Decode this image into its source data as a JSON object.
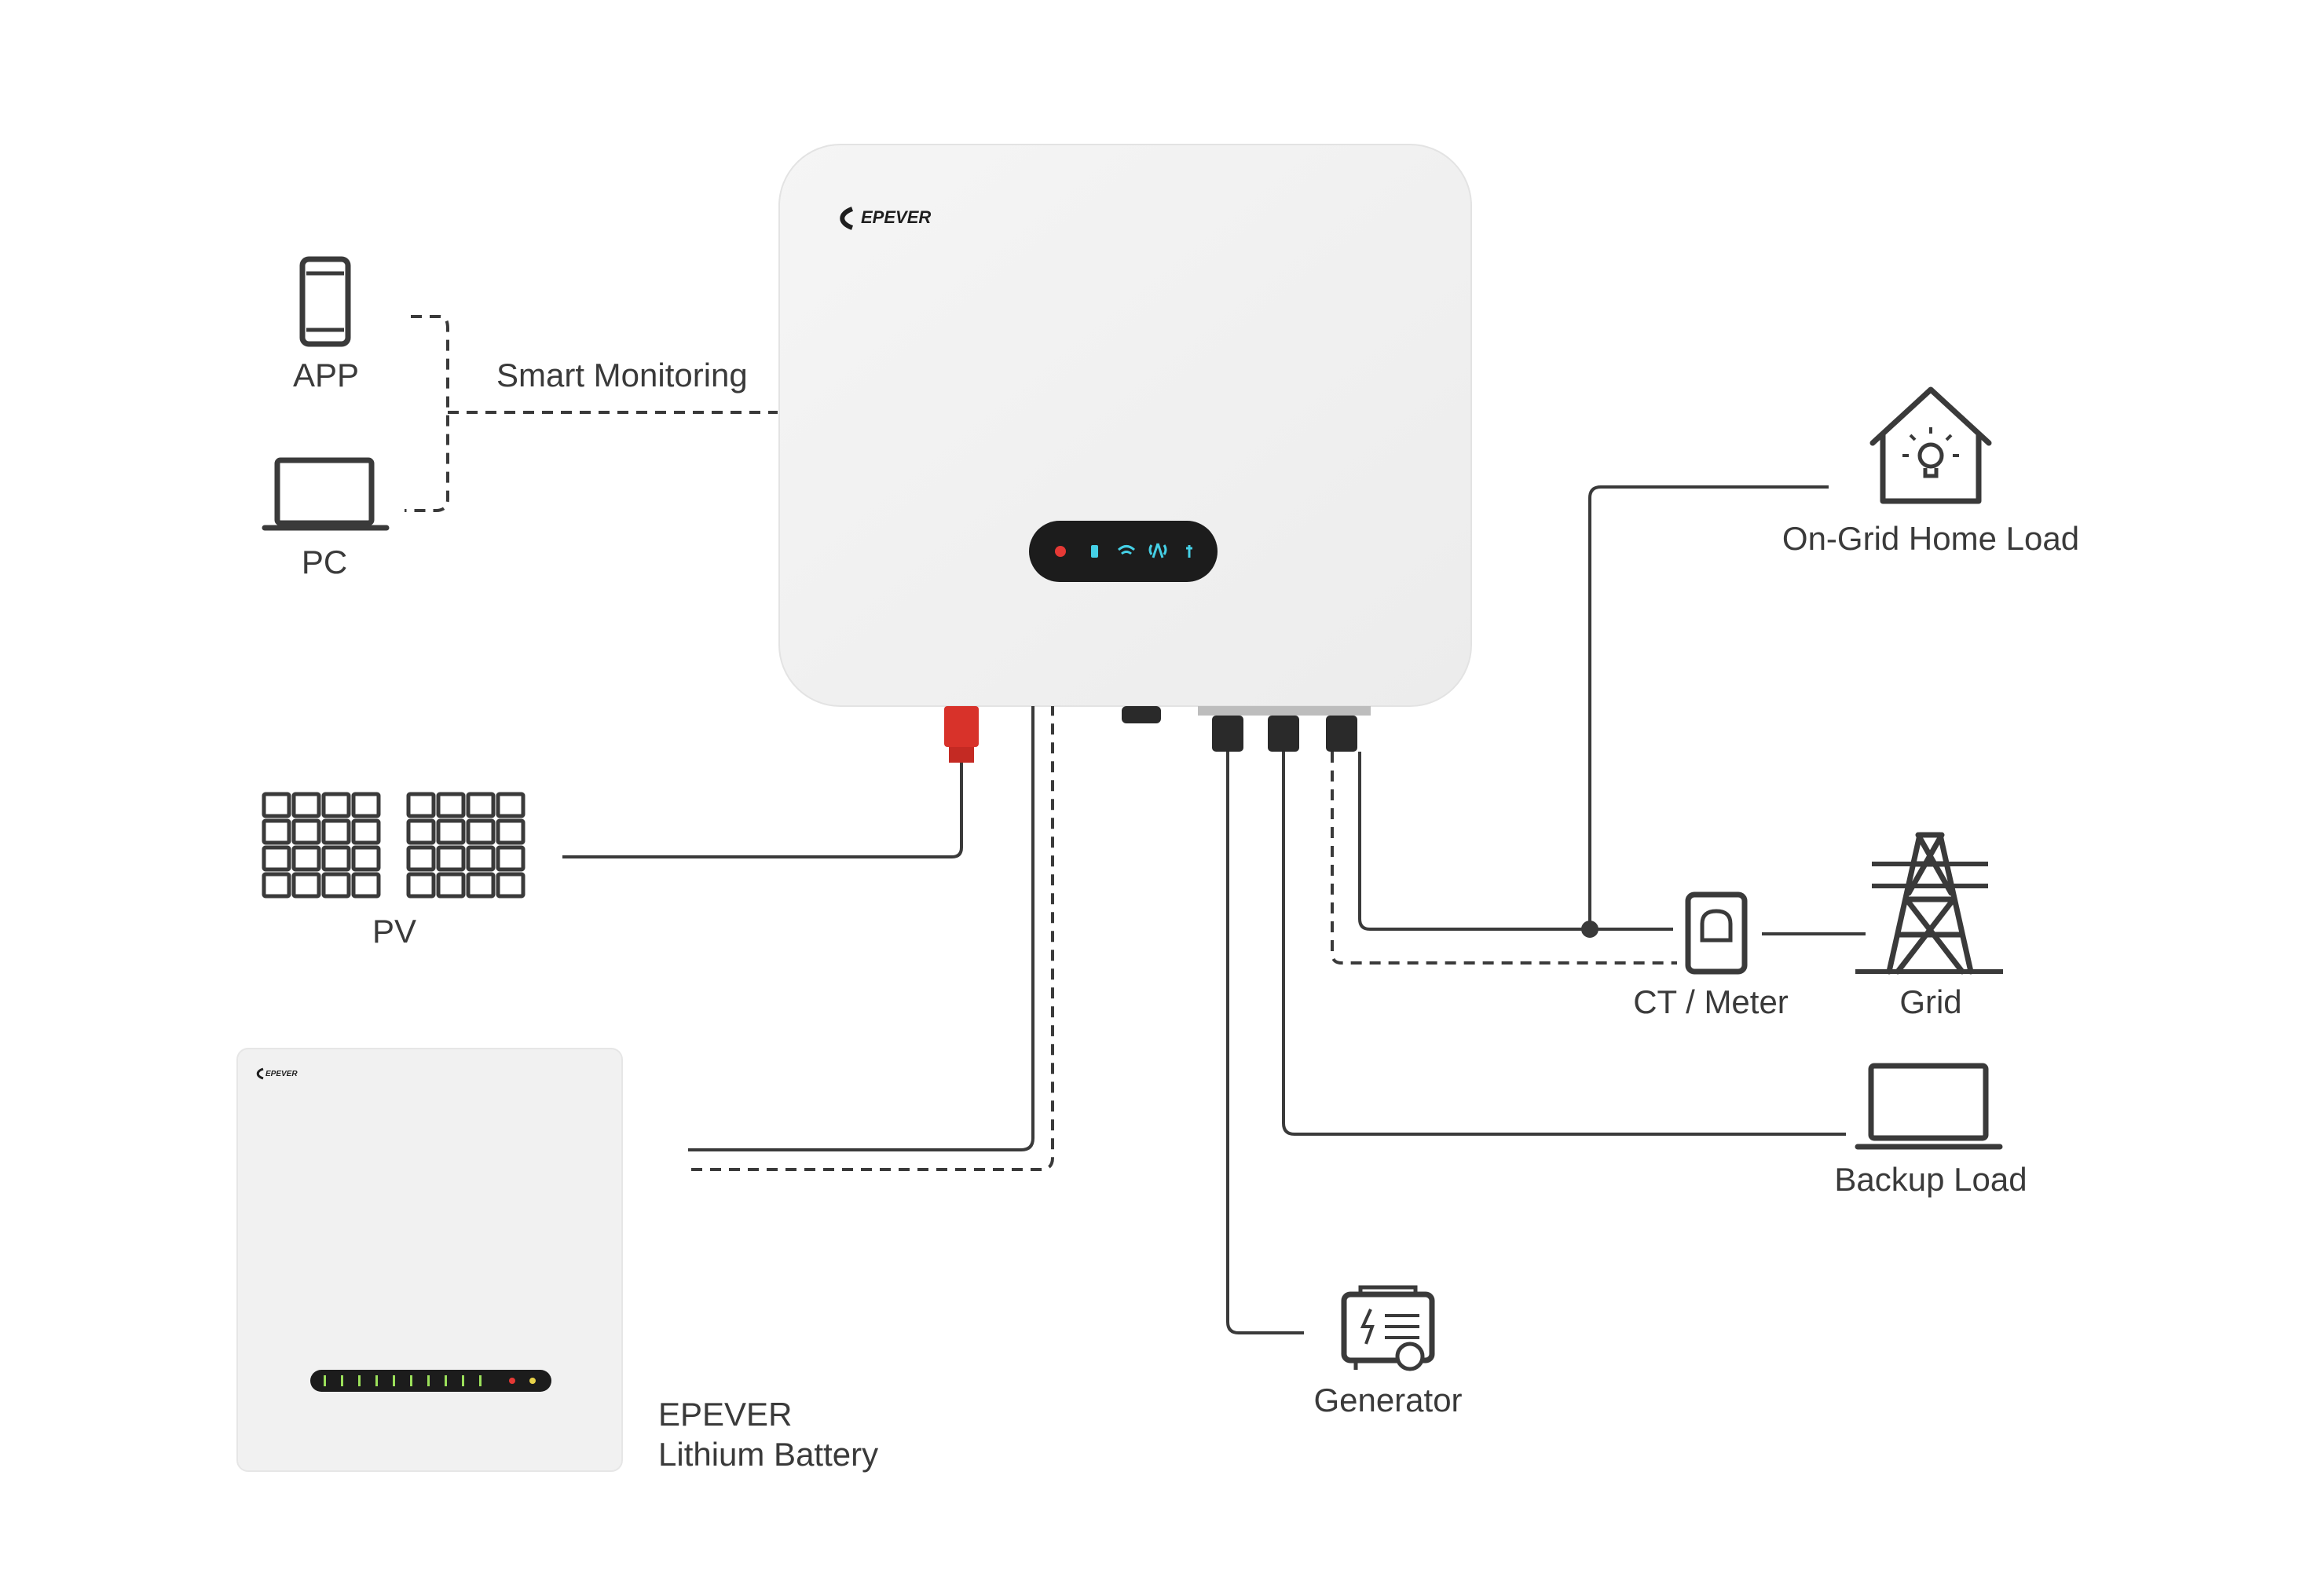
{
  "labels": {
    "app": "APP",
    "pc": "PC",
    "smart_monitoring": "Smart Monitoring",
    "pv": "PV",
    "on_grid_home_load": "On-Grid Home Load",
    "ct_meter": "CT / Meter",
    "grid": "Grid",
    "backup_load": "Backup Load",
    "generator": "Generator",
    "battery_line1": "EPEVER",
    "battery_line2": "Lithium Battery"
  },
  "brand": {
    "inverter_logo": "EPEVER",
    "battery_logo": "EPEVER"
  },
  "colors": {
    "line": "#3a3a3a",
    "device_body": "#f1f1f1",
    "pv_connector": "#d8322a",
    "indicator_panel": "#1c1c1c",
    "indicator_cyan": "#45d0e6",
    "indicator_red": "#e53935",
    "battery_led_green": "#9be05a"
  },
  "icons": [
    "phone-icon",
    "laptop-icon",
    "solar-panel-icon",
    "house-bulb-icon",
    "meter-icon",
    "pylon-icon",
    "laptop-icon",
    "generator-icon"
  ]
}
